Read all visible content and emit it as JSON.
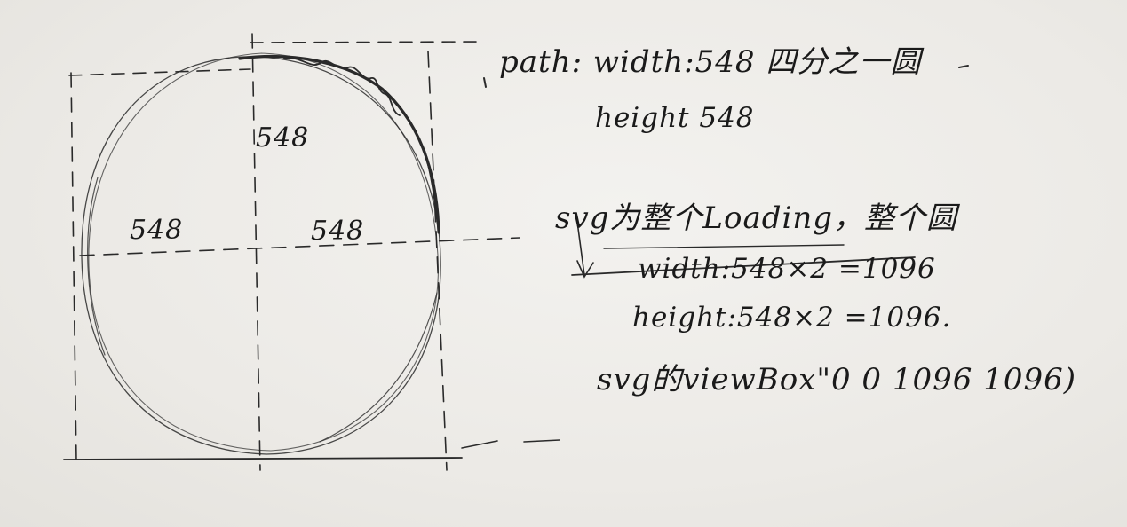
{
  "diagram": {
    "left_labels": {
      "top": "548",
      "left": "548",
      "right": "548"
    },
    "notes": {
      "path_line": "path: width:548 四分之一圆",
      "path_height": "height 548",
      "svg_line": "svg为整个Loading，整个圆",
      "svg_width": "width:548×2 =1096",
      "svg_height": "height:548×2 =1096.",
      "viewbox": "svg的viewBox\"0 0 1096 1096)"
    }
  }
}
